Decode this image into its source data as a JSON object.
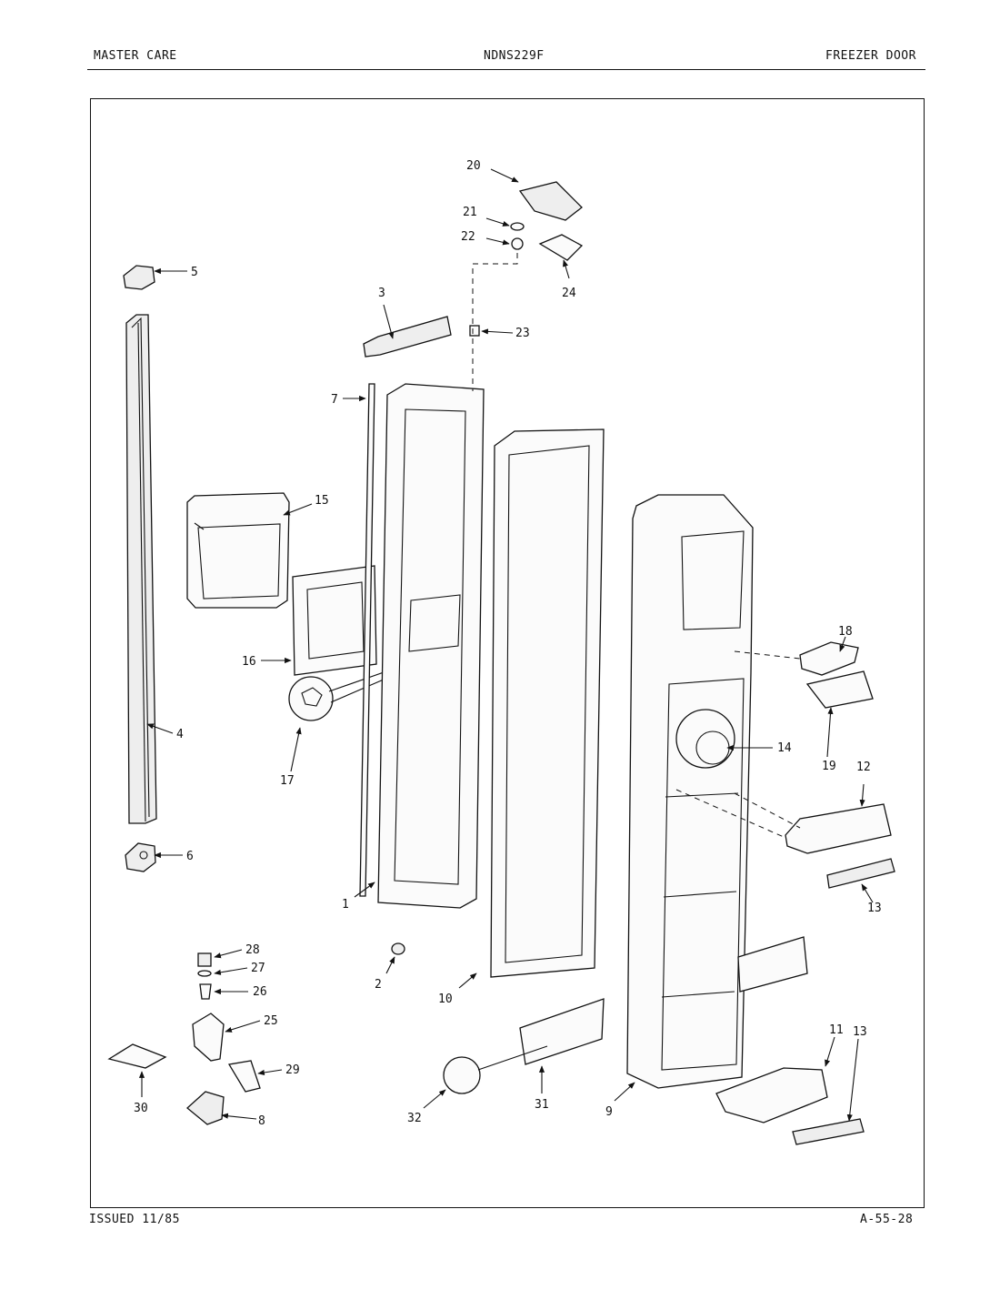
{
  "header": {
    "brand": "MASTER CARE",
    "model": "NDNS229F",
    "section": "FREEZER DOOR"
  },
  "footer": {
    "issued": "ISSUED 11/85",
    "page_code": "A-55-28"
  },
  "callouts": {
    "c1": "1",
    "c2": "2",
    "c3": "3",
    "c4": "4",
    "c5": "5",
    "c6": "6",
    "c7": "7",
    "c8": "8",
    "c9": "9",
    "c10": "10",
    "c11": "11",
    "c12": "12",
    "c13a": "13",
    "c13b": "13",
    "c14": "14",
    "c15": "15",
    "c16": "16",
    "c17": "17",
    "c18": "18",
    "c19": "19",
    "c20": "20",
    "c21": "21",
    "c22": "22",
    "c23": "23",
    "c24": "24",
    "c25": "25",
    "c26": "26",
    "c27": "27",
    "c28": "28",
    "c29": "29",
    "c30": "30",
    "c31": "31",
    "c32": "32"
  }
}
